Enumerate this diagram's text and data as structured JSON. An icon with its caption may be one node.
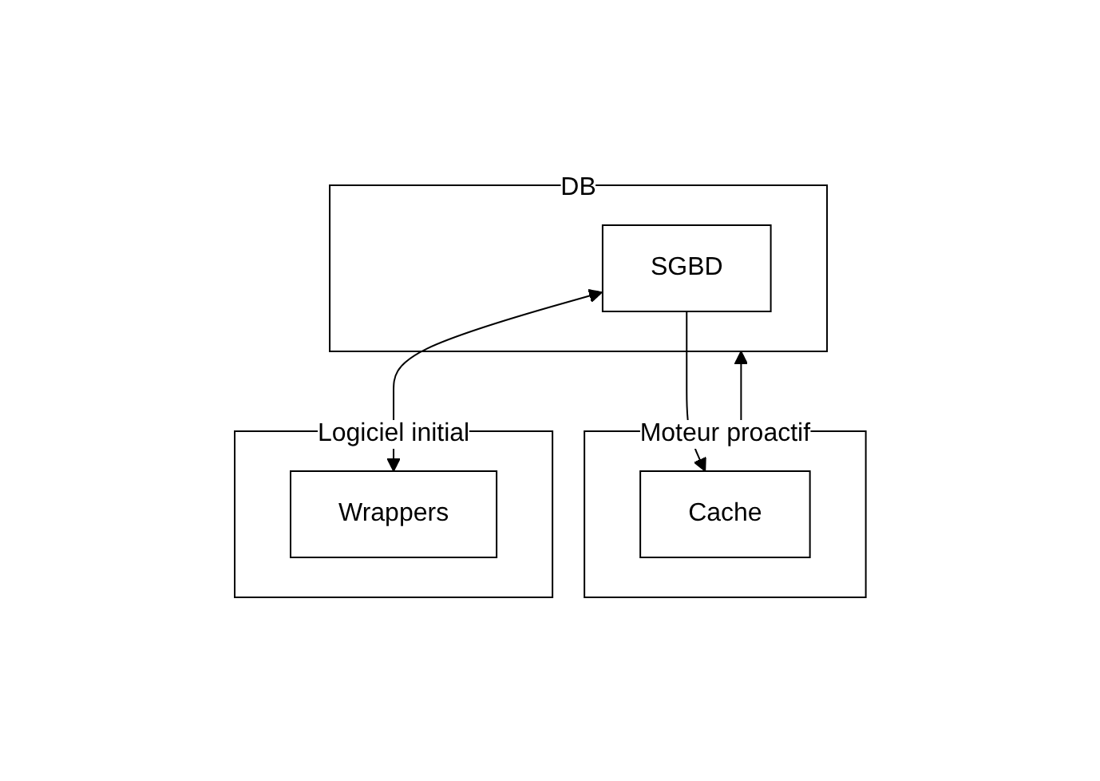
{
  "diagram": {
    "nodes": [
      {
        "text": [
          "DB"
        ]
      },
      {
        "text": [
          "SGBD"
        ],
        "in": 0
      },
      {
        "text": [
          "Moteur proactif"
        ]
      },
      {
        "text": [
          "Cache"
        ],
        "in": 2
      },
      {
        "text": [
          "Logiciel initial"
        ]
      },
      {
        "text": [
          "Wrappers"
        ],
        "in": 4
      }
    ],
    "edges": [
      {
        "from": 2,
        "to": 0,
        "arrow": "to"
      },
      {
        "from": 1,
        "to": 3,
        "arrow": "to"
      },
      {
        "from": 1,
        "to": 5,
        "arrow": "both"
      }
    ]
  }
}
